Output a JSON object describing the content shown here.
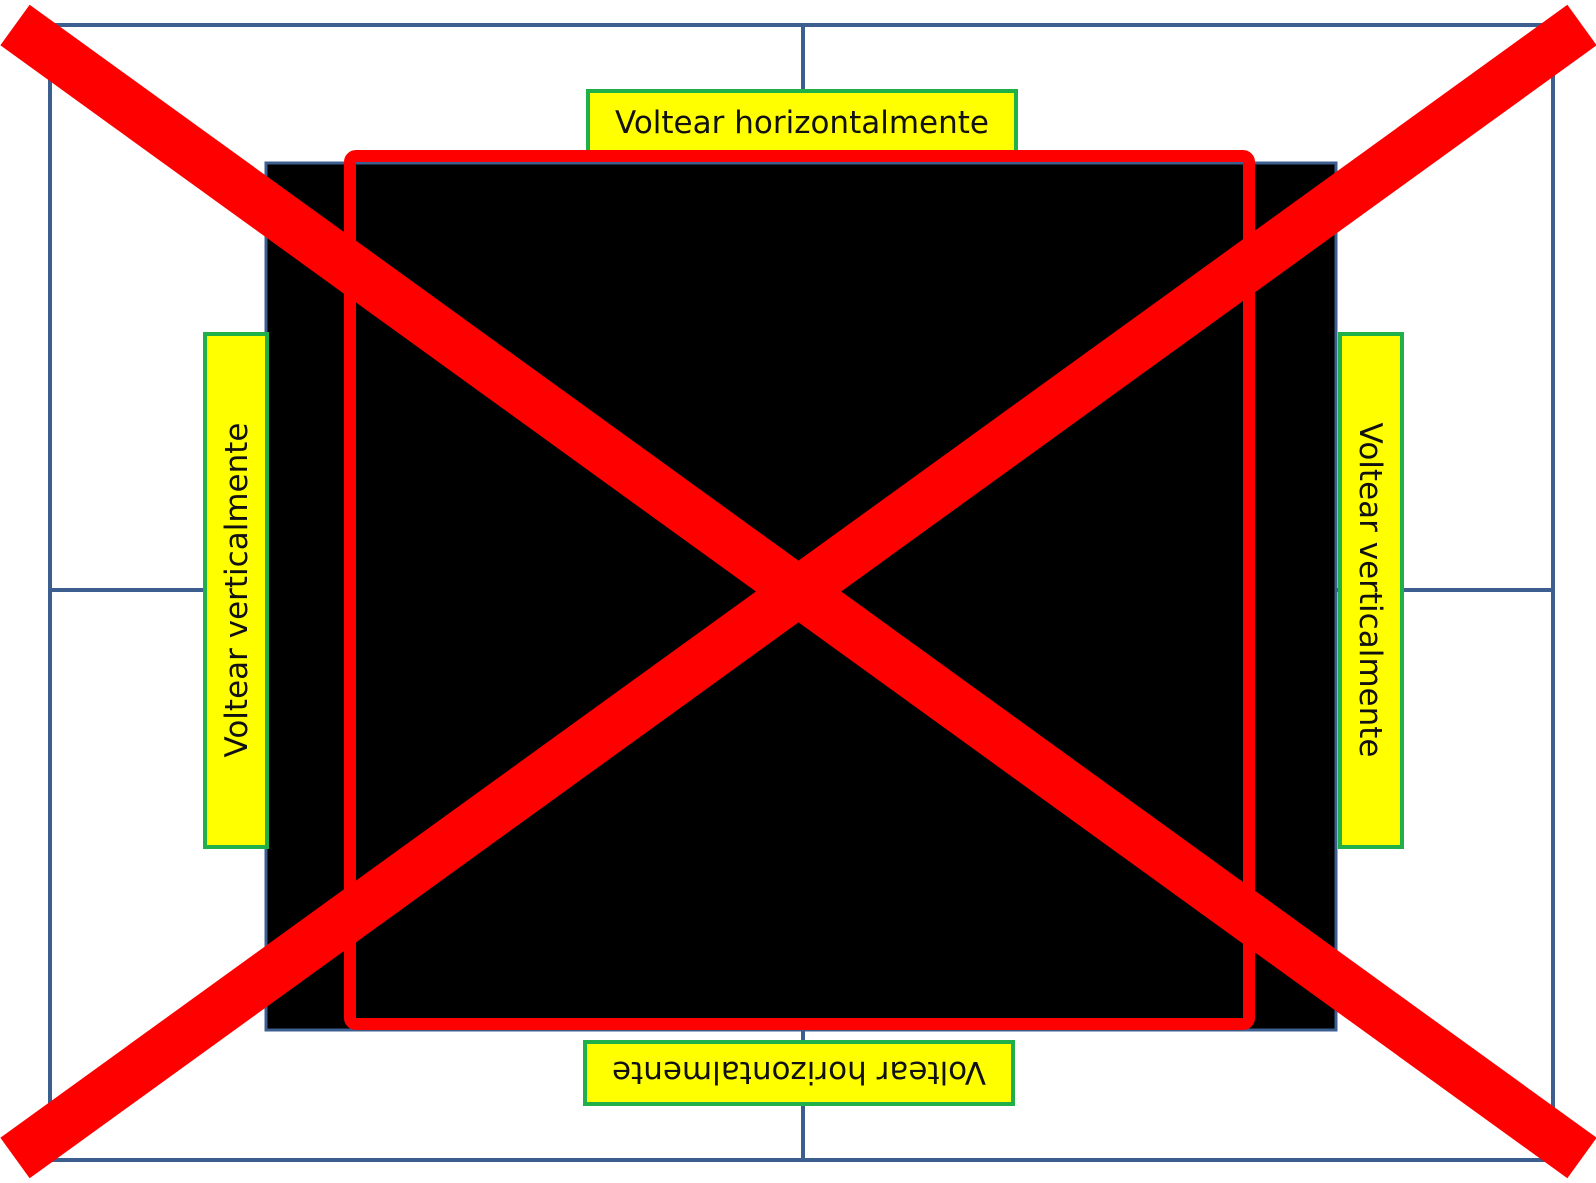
{
  "labels": {
    "top": "Voltear horizontalmente",
    "bottom": "Voltear horizontalmente",
    "left": "Voltear verticalmente",
    "right": "Voltear verticalmente"
  },
  "colors": {
    "grid_line": "#3c5f8f",
    "label_fill": "#ffff00",
    "label_border": "#1fb04a",
    "image_area": "#000000",
    "frame": "#ff0000",
    "cross": "#ff0000",
    "background": "#ffffff"
  },
  "icons": {
    "cross": "x-mark-icon"
  }
}
